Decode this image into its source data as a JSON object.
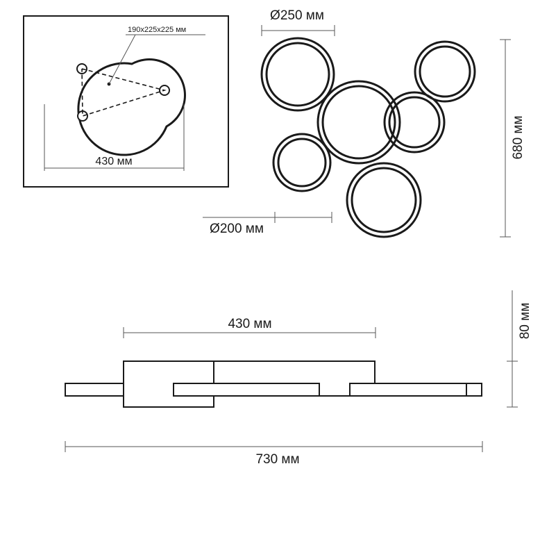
{
  "mount_plate": {
    "hole_spacing": "190x225x225 мм",
    "width": "430 мм"
  },
  "top_view": {
    "large_ring_diameter": "Ø250 мм",
    "small_ring_diameter": "Ø200 мм",
    "overall_height": "680 мм"
  },
  "side_view": {
    "base_width": "430 мм",
    "depth": "80 мм",
    "overall_width": "730 мм"
  },
  "colors": {
    "stroke": "#1a1a1a",
    "dimension_line": "#555555",
    "background": "#ffffff"
  }
}
